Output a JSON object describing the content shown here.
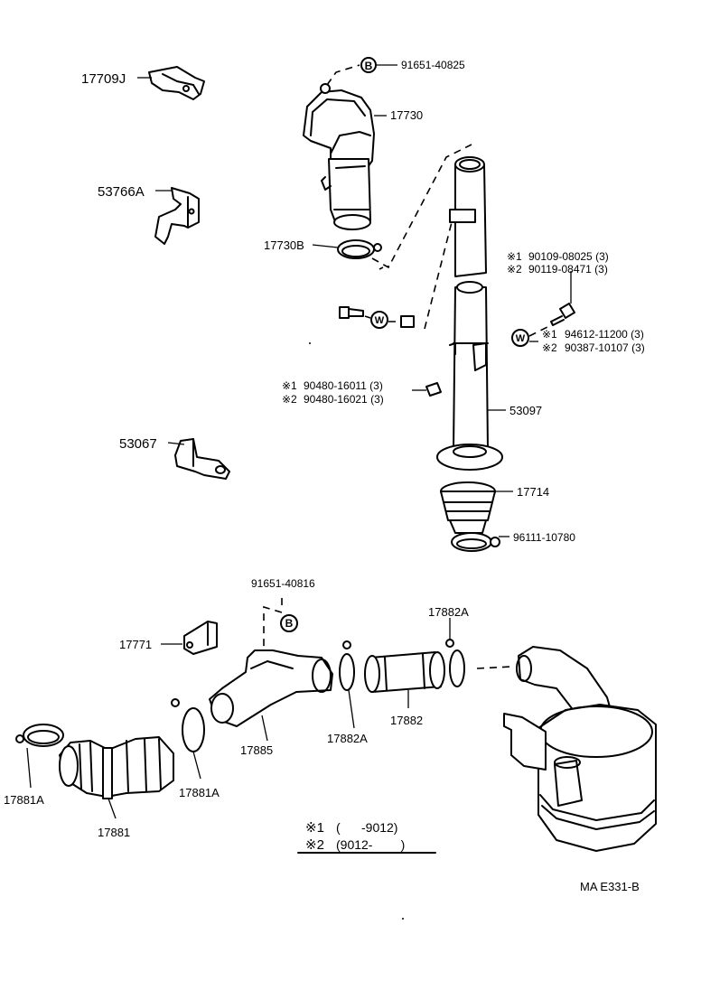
{
  "labels": {
    "p17709J": "17709J",
    "p53766A": "53766A",
    "p53067": "53067",
    "p17771": "17771",
    "p17730": "17730",
    "p17730B": "17730B",
    "p91651_40825": "91651-40825",
    "p91651_40816": "91651-40816",
    "p90109": "90109-08025 (3)",
    "p90119": "90119-08471 (3)",
    "p94612": "94612-11200 (3)",
    "p90387": "90387-10107 (3)",
    "p90480_16011": "90480-16011 (3)",
    "p90480_16021": "90480-16021 (3)",
    "p53097": "53097",
    "p17714": "17714",
    "p96111": "96111-10780",
    "p17882A_top": "17882A",
    "p17882A_bot": "17882A",
    "p17882": "17882",
    "p17885": "17885",
    "p17881A_left": "17881A",
    "p17881A_right": "17881A",
    "p17881": "17881"
  },
  "markers": {
    "b": "B",
    "w": "W",
    "note1": "※1",
    "note2": "※2"
  },
  "legend": {
    "line1_mark": "※1",
    "line1_text": "(      -9012)",
    "line2_mark": "※2",
    "line2_text": "(9012-        )"
  },
  "diagram_code": "MA E331-B"
}
